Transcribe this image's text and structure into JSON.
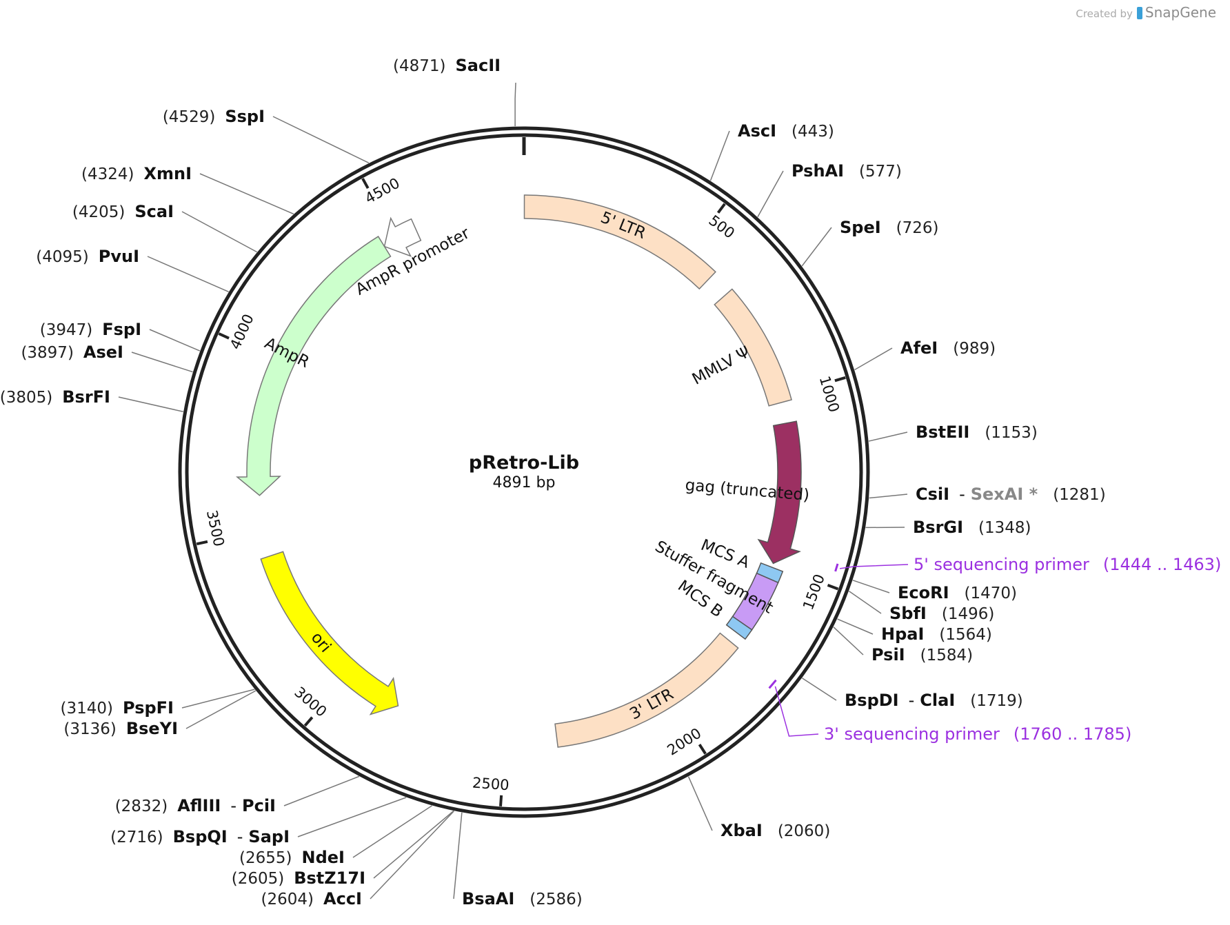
{
  "credit": {
    "created_by": "Created by",
    "brand": "SnapGene"
  },
  "plasmid": {
    "name": "pRetro-Lib",
    "length_label": "4891 bp",
    "length": 4891
  },
  "ticks": [
    {
      "pos": 500,
      "label": "500"
    },
    {
      "pos": 1000,
      "label": "1000"
    },
    {
      "pos": 1500,
      "label": "1500"
    },
    {
      "pos": 2000,
      "label": "2000"
    },
    {
      "pos": 2500,
      "label": "2500"
    },
    {
      "pos": 3000,
      "label": "3000"
    },
    {
      "pos": 3500,
      "label": "3500"
    },
    {
      "pos": 4000,
      "label": "4000"
    },
    {
      "pos": 4500,
      "label": "4500"
    }
  ],
  "features": [
    {
      "name": "5' LTR",
      "start": 1,
      "end": 594,
      "color": "#fde0c5",
      "stroke": "#777",
      "arrow": false
    },
    {
      "name": "MMLV Ψ",
      "start": 661,
      "end": 1017,
      "color": "#fde0c5",
      "stroke": "#777",
      "arrow": false
    },
    {
      "name": "gag (truncated)",
      "start": 1079,
      "end": 1496,
      "color": "#9c3062",
      "stroke": "#555",
      "arrow": true,
      "dir": 1
    },
    {
      "name": "MCS A",
      "start": 1508,
      "end": 1542,
      "color": "#8ec8f2",
      "stroke": "#555",
      "arrow": false
    },
    {
      "name": "Stuffer fragment",
      "start": 1542,
      "end": 1694,
      "color": "#c89bf5",
      "stroke": "#555",
      "arrow": false
    },
    {
      "name": "MCS B",
      "start": 1694,
      "end": 1726,
      "color": "#8ec8f2",
      "stroke": "#555",
      "arrow": false
    },
    {
      "name": "3' LTR",
      "start": 1758,
      "end": 2350,
      "color": "#fde0c5",
      "stroke": "#777",
      "arrow": false
    },
    {
      "name": "ori",
      "start": 2830,
      "end": 3420,
      "color": "#ffff00",
      "stroke": "#777",
      "arrow": true,
      "dir": -1
    },
    {
      "name": "AmpR",
      "start": 3600,
      "end": 4460,
      "color": "#ccffcc",
      "stroke": "#777",
      "arrow": true,
      "dir": -1
    },
    {
      "name": "AmpR promoter",
      "start": 4460,
      "end": 4565,
      "color": "#ffffff",
      "stroke": "#777",
      "arrow": true,
      "dir": -1
    }
  ],
  "sites": [
    {
      "name": "SacII",
      "pos": 4871,
      "num": "(4871)",
      "side": "left"
    },
    {
      "name": "AscI",
      "pos": 443,
      "num": "(443)",
      "side": "right"
    },
    {
      "name": "PshAI",
      "pos": 577,
      "num": "(577)",
      "side": "right"
    },
    {
      "name": "SpeI",
      "pos": 726,
      "num": "(726)",
      "side": "right"
    },
    {
      "name": "AfeI",
      "pos": 989,
      "num": "(989)",
      "side": "right"
    },
    {
      "name": "BstEII",
      "pos": 1153,
      "num": "(1153)",
      "side": "right"
    },
    {
      "name": "CsiI",
      "pos": 1281,
      "num": "(1281)",
      "side": "right",
      "extra": "SexAI *"
    },
    {
      "name": "BsrGI",
      "pos": 1348,
      "num": "(1348)",
      "side": "right"
    },
    {
      "name": "EcoRI",
      "pos": 1470,
      "num": "(1470)",
      "side": "right"
    },
    {
      "name": "SbfI",
      "pos": 1496,
      "num": "(1496)",
      "side": "right"
    },
    {
      "name": "HpaI",
      "pos": 1564,
      "num": "(1564)",
      "side": "right"
    },
    {
      "name": "PsiI",
      "pos": 1584,
      "num": "(1584)",
      "side": "right"
    },
    {
      "name": "BspDI",
      "pos": 1719,
      "num": "(1719)",
      "side": "right",
      "extra2": "ClaI"
    },
    {
      "name": "XbaI",
      "pos": 2060,
      "num": "(2060)",
      "side": "right"
    },
    {
      "name": "BsaAI",
      "pos": 2586,
      "num": "(2586)",
      "side": "right"
    },
    {
      "name": "AccI",
      "pos": 2604,
      "num": "(2604)",
      "side": "left"
    },
    {
      "name": "BstZ17I",
      "pos": 2605,
      "num": "(2605)",
      "side": "left"
    },
    {
      "name": "NdeI",
      "pos": 2655,
      "num": "(2655)",
      "side": "left"
    },
    {
      "name": "BspQI",
      "pos": 2716,
      "num": "(2716)",
      "side": "left",
      "extra2": "SapI"
    },
    {
      "name": "AflIII",
      "pos": 2832,
      "num": "(2832)",
      "side": "left",
      "extra2": "PciI"
    },
    {
      "name": "BseYI",
      "pos": 3136,
      "num": "(3136)",
      "side": "left"
    },
    {
      "name": "PspFI",
      "pos": 3140,
      "num": "(3140)",
      "side": "left"
    },
    {
      "name": "BsrFI",
      "pos": 3805,
      "num": "(3805)",
      "side": "left"
    },
    {
      "name": "AseI",
      "pos": 3897,
      "num": "(3897)",
      "side": "left"
    },
    {
      "name": "FspI",
      "pos": 3947,
      "num": "(3947)",
      "side": "left"
    },
    {
      "name": "PvuI",
      "pos": 4095,
      "num": "(4095)",
      "side": "left"
    },
    {
      "name": "ScaI",
      "pos": 4205,
      "num": "(4205)",
      "side": "left"
    },
    {
      "name": "XmnI",
      "pos": 4324,
      "num": "(4324)",
      "side": "left"
    },
    {
      "name": "SspI",
      "pos": 4529,
      "num": "(4529)",
      "side": "left"
    }
  ],
  "primers": [
    {
      "name": "5' sequencing primer",
      "range": "(1444 .. 1463)",
      "start": 1444,
      "end": 1463,
      "color": "#9b30e0"
    },
    {
      "name": "3' sequencing primer",
      "range": "(1760 .. 1785)",
      "start": 1760,
      "end": 1785,
      "color": "#9b30e0"
    }
  ]
}
